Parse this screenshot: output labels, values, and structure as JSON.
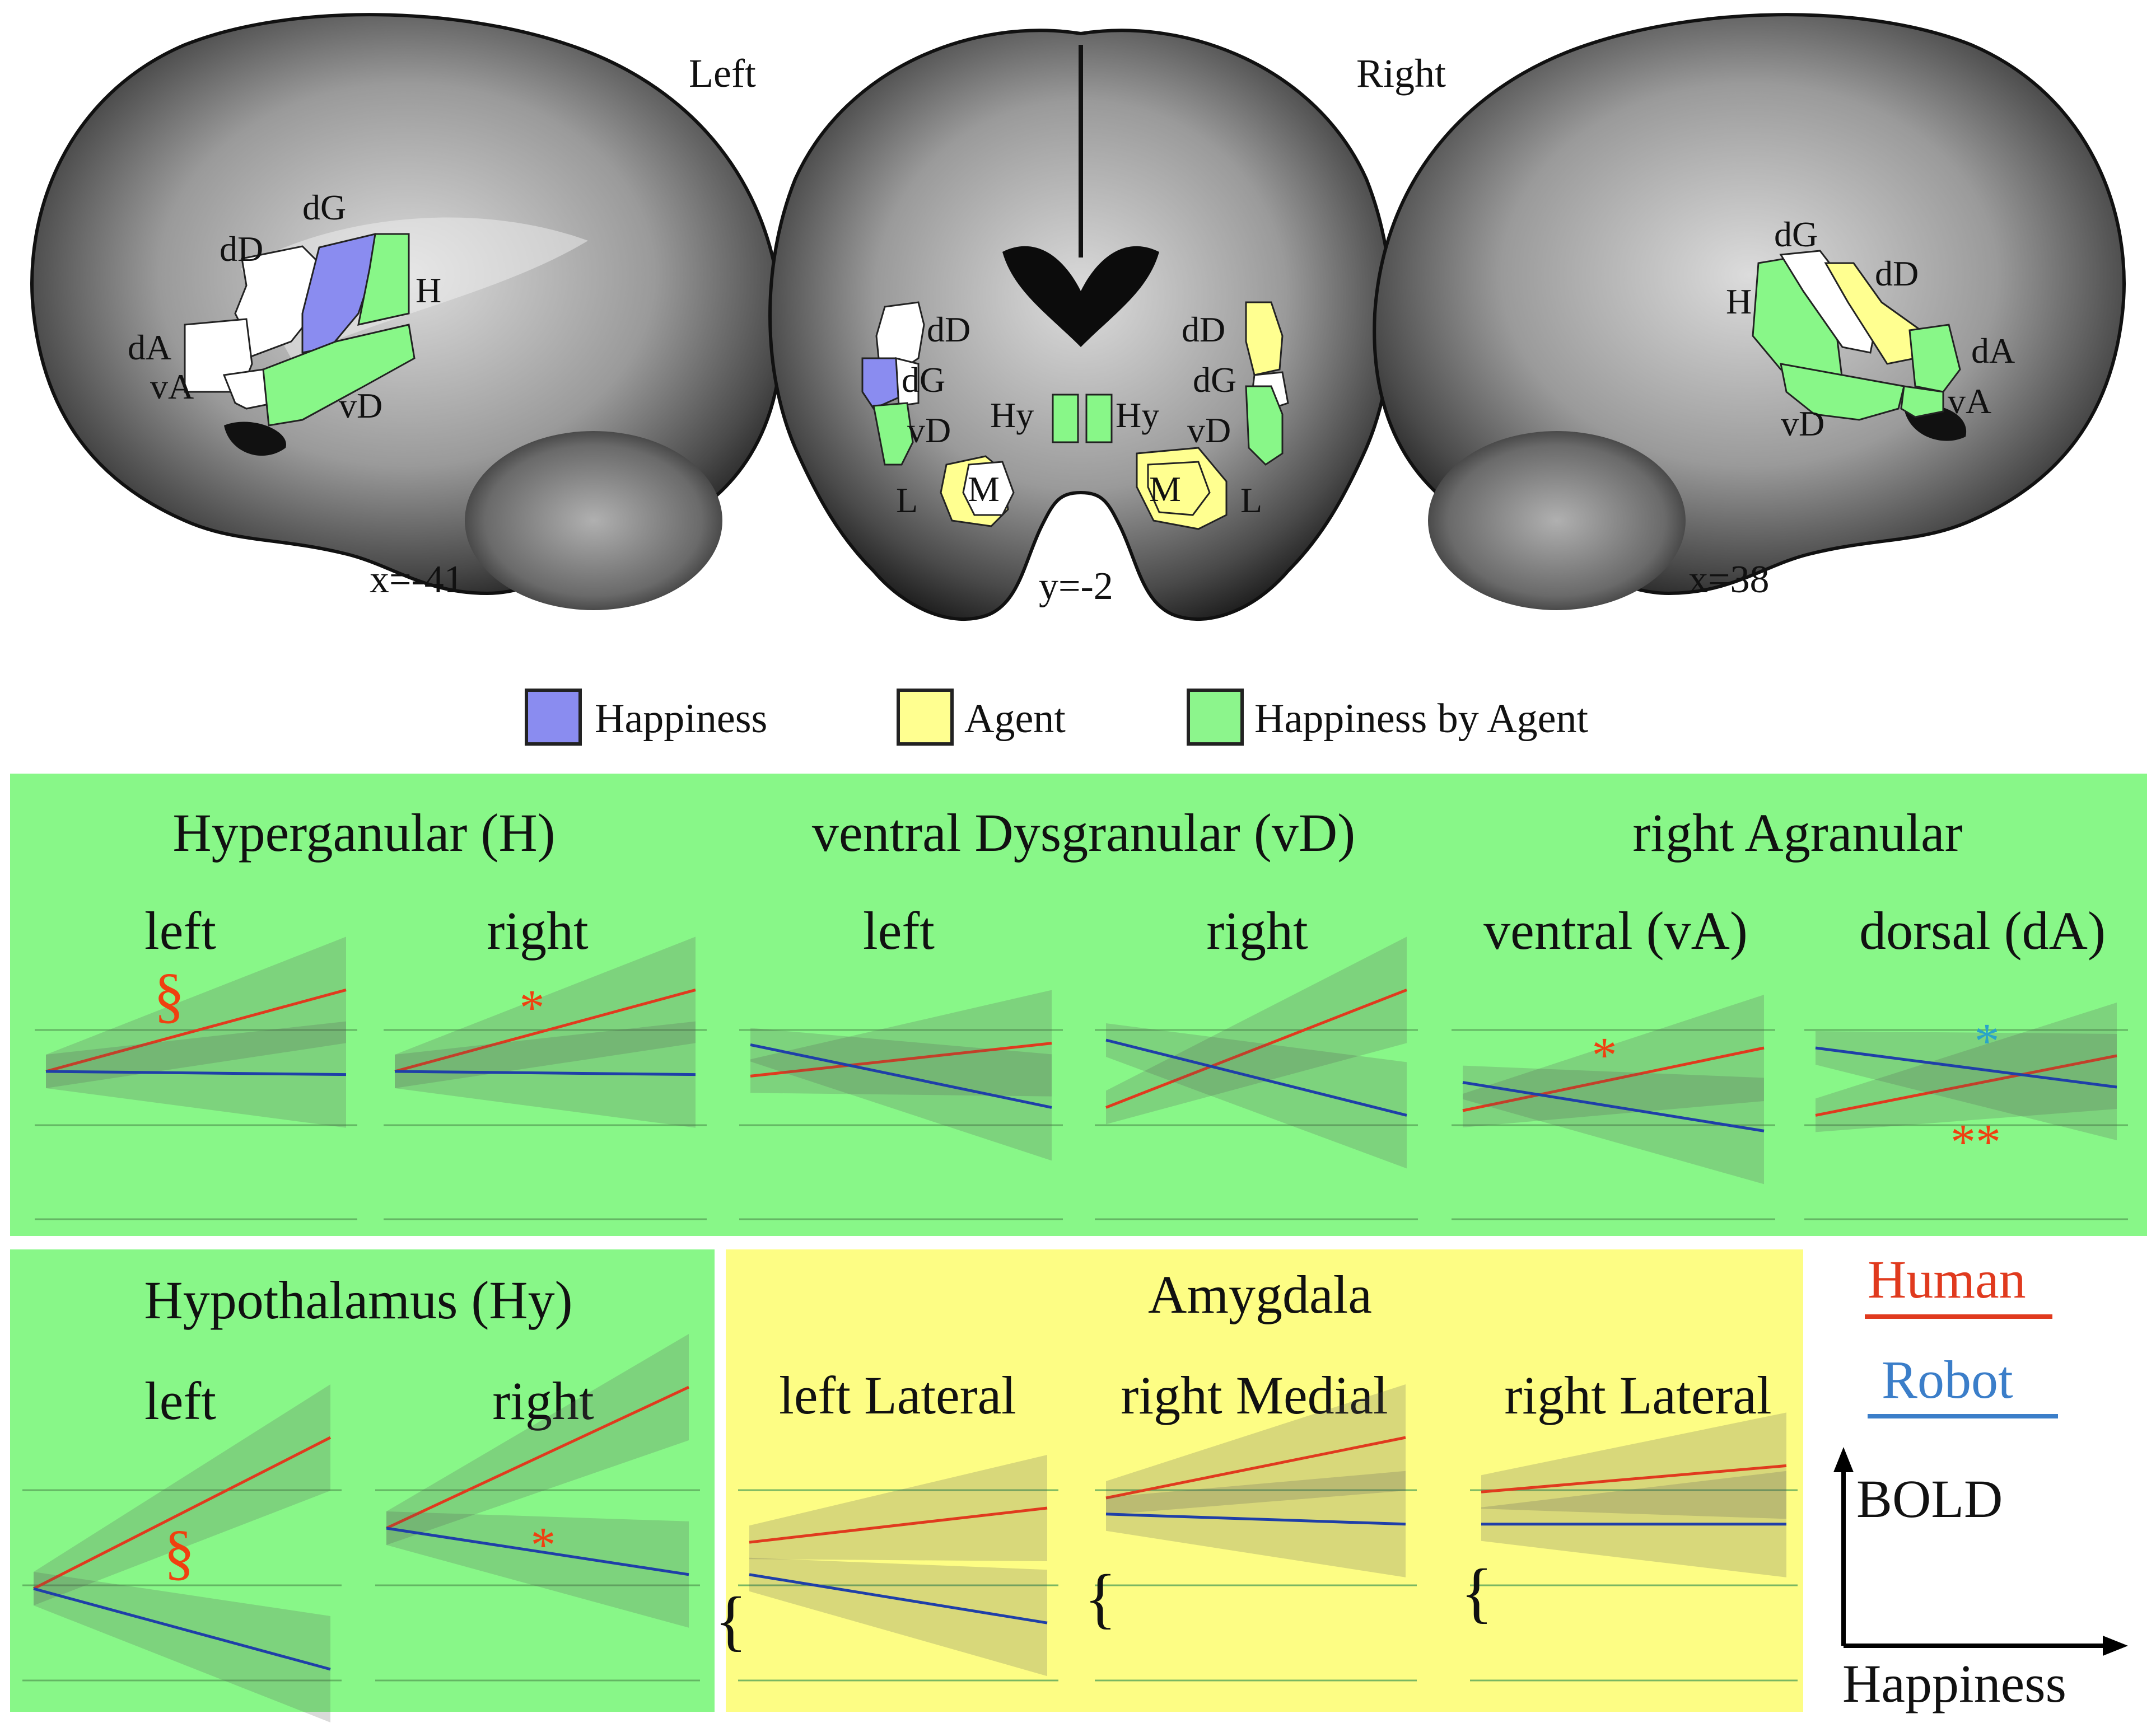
{
  "brains": {
    "left_label": "Left",
    "right_label": "Right",
    "sagittal_left": {
      "coord": "x=-41",
      "regions": [
        "dG",
        "dD",
        "H",
        "dA",
        "vA",
        "vD"
      ]
    },
    "coronal": {
      "coord": "y=-2",
      "left_regions": [
        "dD",
        "dG",
        "vD",
        "L",
        "M"
      ],
      "right_regions": [
        "dD",
        "dG",
        "vD",
        "L",
        "M"
      ],
      "hy_left": "Hy",
      "hy_right": "Hy"
    },
    "sagittal_right": {
      "coord": "x=38",
      "regions": [
        "dG",
        "dD",
        "H",
        "dA",
        "vD",
        "vA"
      ]
    }
  },
  "legend": [
    {
      "label": "Happiness",
      "color": "#8a8cf0"
    },
    {
      "label": "Agent",
      "color": "#ffff90"
    },
    {
      "label": "Happiness by Agent",
      "color": "#8cf58c"
    }
  ],
  "colors": {
    "human": "#e03a1e",
    "robot": "#1f3fa8",
    "robot_legend": "#3b7ec9",
    "green_panel": "#88f788",
    "yellow_panel": "#fdfd84",
    "star_red": "#f04010",
    "star_blue": "#2aa4c8"
  },
  "panel_top": {
    "groups": [
      {
        "title": "Hyperganular (H)",
        "subs": [
          "left",
          "right"
        ]
      },
      {
        "title": "ventral Dysgranular (vD)",
        "subs": [
          "left",
          "right"
        ]
      },
      {
        "title": "right Agranular",
        "subs": [
          "ventral (vA)",
          "dorsal (dA)"
        ]
      }
    ],
    "plots": [
      {
        "human": [
          [
            0,
            0.45
          ],
          [
            1,
            0.97
          ]
        ],
        "robot": [
          [
            0,
            0.45
          ],
          [
            1,
            0.43
          ]
        ],
        "marks": [
          {
            "text": "§",
            "color": "red"
          }
        ]
      },
      {
        "human": [
          [
            0,
            0.45
          ],
          [
            1,
            0.97
          ]
        ],
        "robot": [
          [
            0,
            0.45
          ],
          [
            1,
            0.43
          ]
        ],
        "marks": [
          {
            "text": "*",
            "color": "red"
          }
        ]
      },
      {
        "human": [
          [
            0,
            0.42
          ],
          [
            1,
            0.63
          ]
        ],
        "robot": [
          [
            0,
            0.62
          ],
          [
            1,
            0.22
          ]
        ],
        "marks": []
      },
      {
        "human": [
          [
            0,
            0.22
          ],
          [
            1,
            0.97
          ]
        ],
        "robot": [
          [
            0,
            0.65
          ],
          [
            1,
            0.17
          ]
        ],
        "marks": []
      },
      {
        "human": [
          [
            0,
            0.2
          ],
          [
            1,
            0.6
          ]
        ],
        "robot": [
          [
            0,
            0.38
          ],
          [
            1,
            0.07
          ]
        ],
        "marks": [
          {
            "text": "*",
            "color": "red"
          }
        ]
      },
      {
        "human": [
          [
            0,
            0.17
          ],
          [
            1,
            0.55
          ]
        ],
        "robot": [
          [
            0,
            0.6
          ],
          [
            1,
            0.35
          ]
        ],
        "marks": [
          {
            "text": "*",
            "color": "blue"
          },
          {
            "text": "**",
            "color": "red"
          }
        ]
      }
    ]
  },
  "panel_hy": {
    "title": "Hypothalamus (Hy)",
    "subs": [
      "left",
      "right"
    ],
    "plots": [
      {
        "human": [
          [
            0,
            0.45
          ],
          [
            1,
            1.2
          ]
        ],
        "robot": [
          [
            0,
            0.45
          ],
          [
            1,
            0.05
          ]
        ],
        "marks": [
          {
            "text": "§",
            "color": "red"
          }
        ]
      },
      {
        "human": [
          [
            0,
            0.75
          ],
          [
            1,
            1.45
          ]
        ],
        "robot": [
          [
            0,
            0.75
          ],
          [
            1,
            0.52
          ]
        ],
        "marks": [
          {
            "text": "*",
            "color": "red"
          }
        ]
      }
    ]
  },
  "panel_amyg": {
    "title": "Amygdala",
    "subs": [
      "left Lateral",
      "right Medial",
      "right Lateral"
    ],
    "plots": [
      {
        "human": [
          [
            0,
            0.68
          ],
          [
            1,
            0.85
          ]
        ],
        "robot": [
          [
            0,
            0.52
          ],
          [
            1,
            0.28
          ]
        ],
        "marks": [
          {
            "text": "{",
            "color": "black"
          }
        ]
      },
      {
        "human": [
          [
            0,
            0.9
          ],
          [
            1,
            1.2
          ]
        ],
        "robot": [
          [
            0,
            0.82
          ],
          [
            1,
            0.77
          ]
        ],
        "marks": [
          {
            "text": "{",
            "color": "black"
          }
        ]
      },
      {
        "human": [
          [
            0,
            0.93
          ],
          [
            1,
            1.06
          ]
        ],
        "robot": [
          [
            0,
            0.77
          ],
          [
            1,
            0.77
          ]
        ],
        "marks": [
          {
            "text": "{",
            "color": "black"
          }
        ]
      }
    ]
  },
  "key": {
    "human": "Human",
    "robot": "Robot",
    "y_axis": "BOLD",
    "x_axis": "Happiness"
  }
}
